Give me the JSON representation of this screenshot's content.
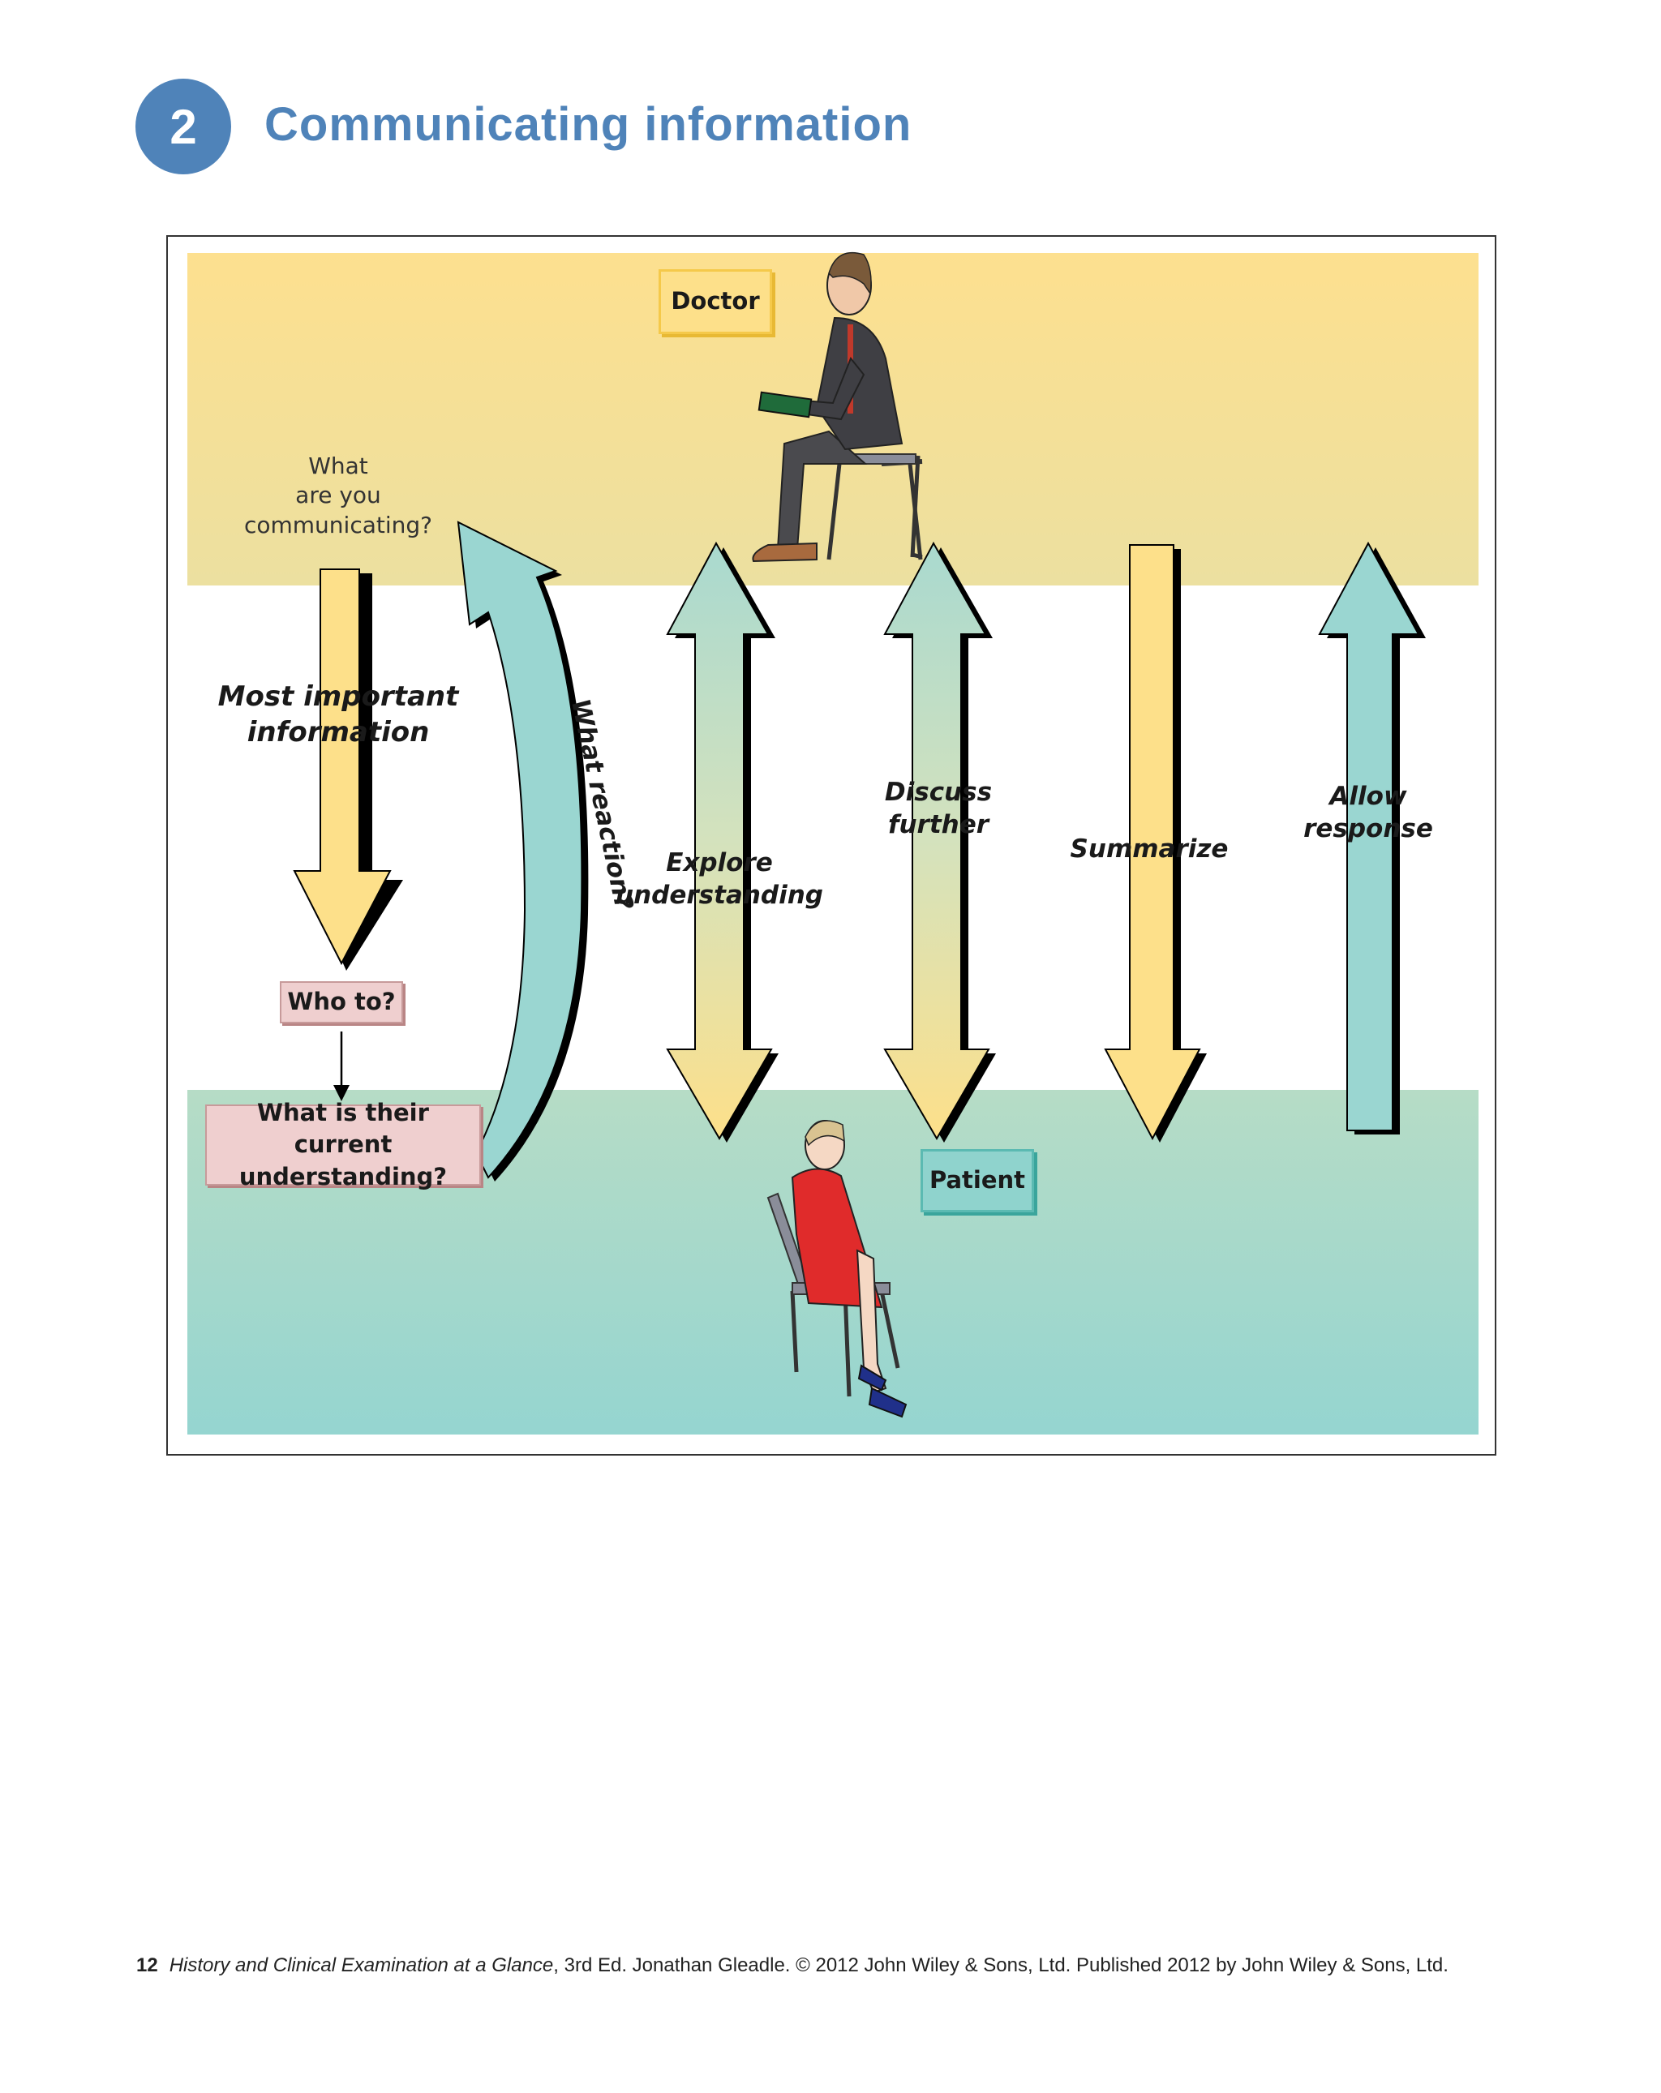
{
  "header": {
    "chapter_number": "2",
    "title": "Communicating information"
  },
  "diagram": {
    "doctor_label": "Doctor",
    "patient_label": "Patient",
    "question_communicating": [
      "What",
      "are you",
      "communicating?"
    ],
    "most_important": [
      "Most important",
      "information"
    ],
    "who_to": "Who to?",
    "current_understanding": [
      "What is their",
      "current understanding?"
    ],
    "what_reaction": "What reaction?",
    "explore": [
      "Explore",
      "understanding"
    ],
    "discuss": [
      "Discuss",
      "further"
    ],
    "summarize": "Summarize",
    "allow": [
      "Allow",
      "response"
    ]
  },
  "colors": {
    "title_blue": "#4f83b9",
    "doctor_band": "#f4df9a",
    "patient_band": "#9fd6d0",
    "arrow_yellow": "#fde08a",
    "arrow_teal": "#9ad6d1"
  },
  "footer": {
    "page_number": "12",
    "book_title": "History and Clinical Examination at a Glance",
    "rest": ", 3rd Ed. Jonathan Gleadle. © 2012 John Wiley & Sons, Ltd. Published 2012 by John Wiley & Sons, Ltd."
  }
}
